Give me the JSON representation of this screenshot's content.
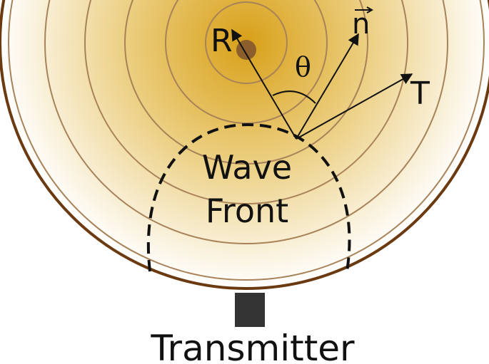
{
  "labels": {
    "reflector": "R",
    "normal": "n",
    "angle": "θ",
    "tangent": "T",
    "wave_front_line1": "Wave",
    "wave_front_line2": "Front",
    "transmitter": "Transmitter"
  },
  "colors": {
    "gradient_center": "#D8A018",
    "gradient_mid": "#EACB78",
    "gradient_edge": "#FFFFFF",
    "ring": "#A88258",
    "bowl_outline": "#6B3A10",
    "reflector_dot": "#8B5E2B",
    "transmitter_box": "#333333",
    "arrow": "#111111"
  },
  "ring_count": 6
}
